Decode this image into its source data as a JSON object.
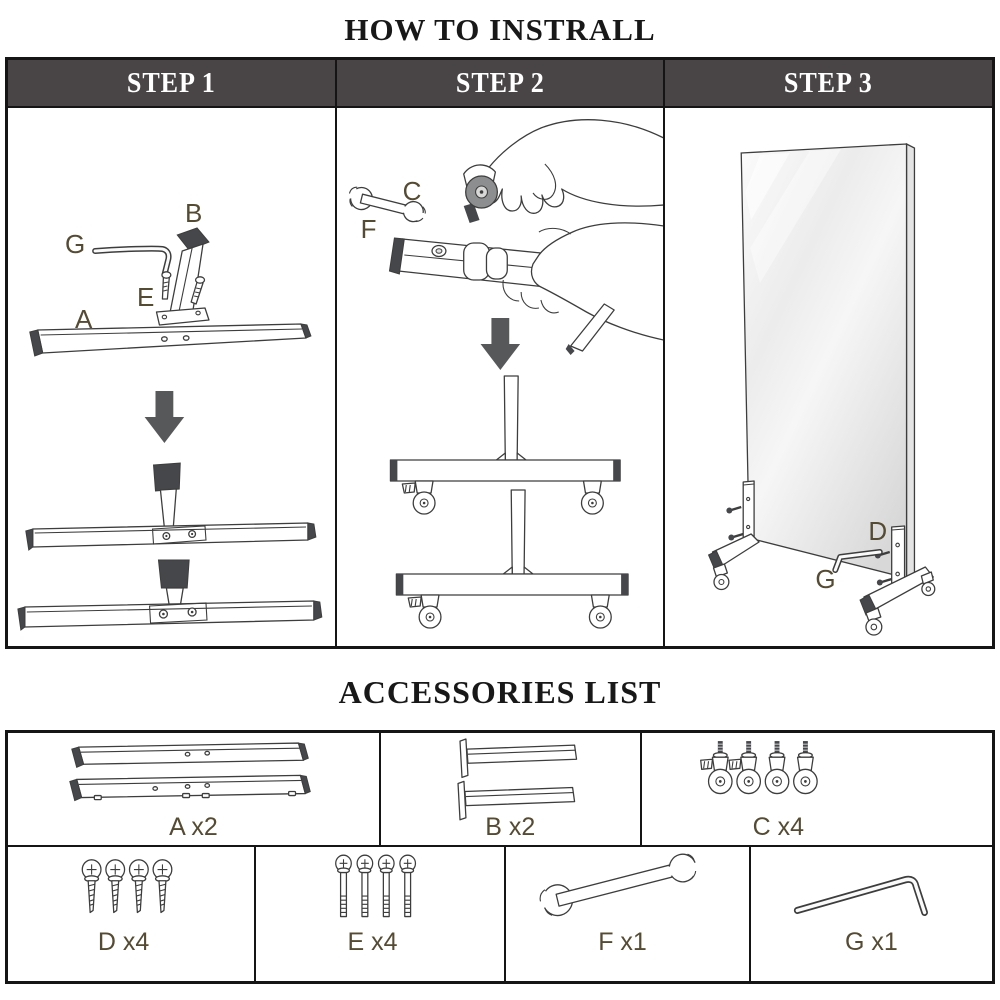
{
  "title": "HOW TO INSTRALL",
  "accessories_title": "ACCESSORIES LIST",
  "steps": [
    {
      "header": "STEP 1",
      "part_labels": [
        "G",
        "B",
        "E",
        "A"
      ]
    },
    {
      "header": "STEP 2",
      "part_labels": [
        "C",
        "F"
      ]
    },
    {
      "header": "STEP 3",
      "part_labels": [
        "D",
        "G"
      ]
    }
  ],
  "accessories": [
    {
      "label": "A x2",
      "icon": "base-crossbar-icon"
    },
    {
      "label": "B x2",
      "icon": "upright-post-icon"
    },
    {
      "label": "C x4",
      "icon": "caster-wheel-icon"
    },
    {
      "label": "D x4",
      "icon": "short-screw-icon"
    },
    {
      "label": "E x4",
      "icon": "long-bolt-icon"
    },
    {
      "label": "F x1",
      "icon": "wrench-icon"
    },
    {
      "label": "G x1",
      "icon": "allen-key-icon"
    }
  ],
  "colors": {
    "step_header_bg": "#494546",
    "part_label_text": "#554b33",
    "arrow": "#57585a",
    "line_art": "#3d3d3d",
    "border": "#151515"
  }
}
